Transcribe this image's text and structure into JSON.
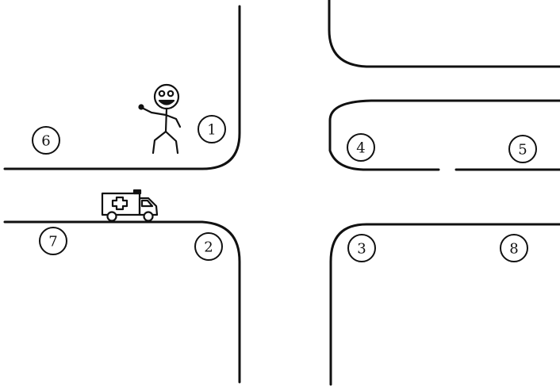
{
  "diagram": {
    "colors": {
      "ink": "#111111",
      "background": "#ffffff"
    },
    "figures": {
      "pedestrian": "stick-figure-icon",
      "vehicle": "ambulance-icon"
    },
    "markers": [
      {
        "id": "marker-1",
        "label": "1"
      },
      {
        "id": "marker-2",
        "label": "2"
      },
      {
        "id": "marker-3",
        "label": "3"
      },
      {
        "id": "marker-4",
        "label": "4"
      },
      {
        "id": "marker-5",
        "label": "5"
      },
      {
        "id": "marker-6",
        "label": "6"
      },
      {
        "id": "marker-7",
        "label": "7"
      },
      {
        "id": "marker-8",
        "label": "8"
      }
    ]
  }
}
